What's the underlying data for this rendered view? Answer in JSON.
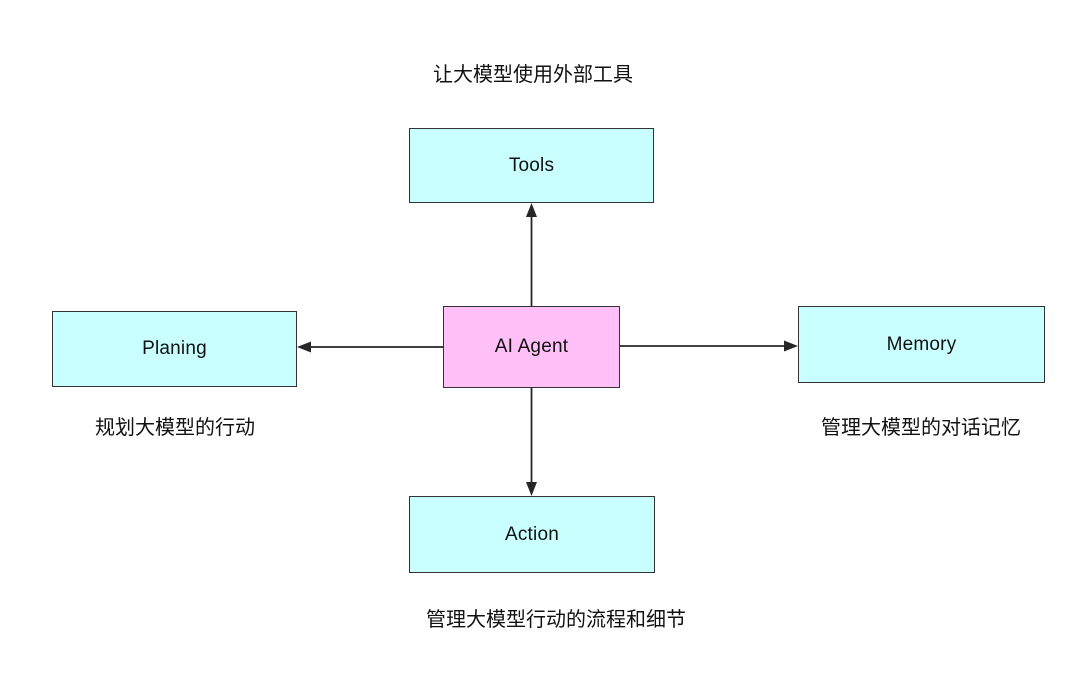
{
  "diagram": {
    "center": {
      "label": "AI Agent"
    },
    "top": {
      "label": "Tools",
      "caption": "让大模型使用外部工具"
    },
    "left": {
      "label": "Planing",
      "caption": "规划大模型的行动"
    },
    "right": {
      "label": "Memory",
      "caption": "管理大模型的对话记忆"
    },
    "bottom": {
      "label": "Action",
      "caption": "管理大模型行动的流程和细节"
    }
  },
  "colors": {
    "node_fill": "#c9ffff",
    "center_fill": "#ffbff7",
    "border": "#333333",
    "arrow": "#262626",
    "text": "#111111",
    "background": "#ffffff"
  }
}
